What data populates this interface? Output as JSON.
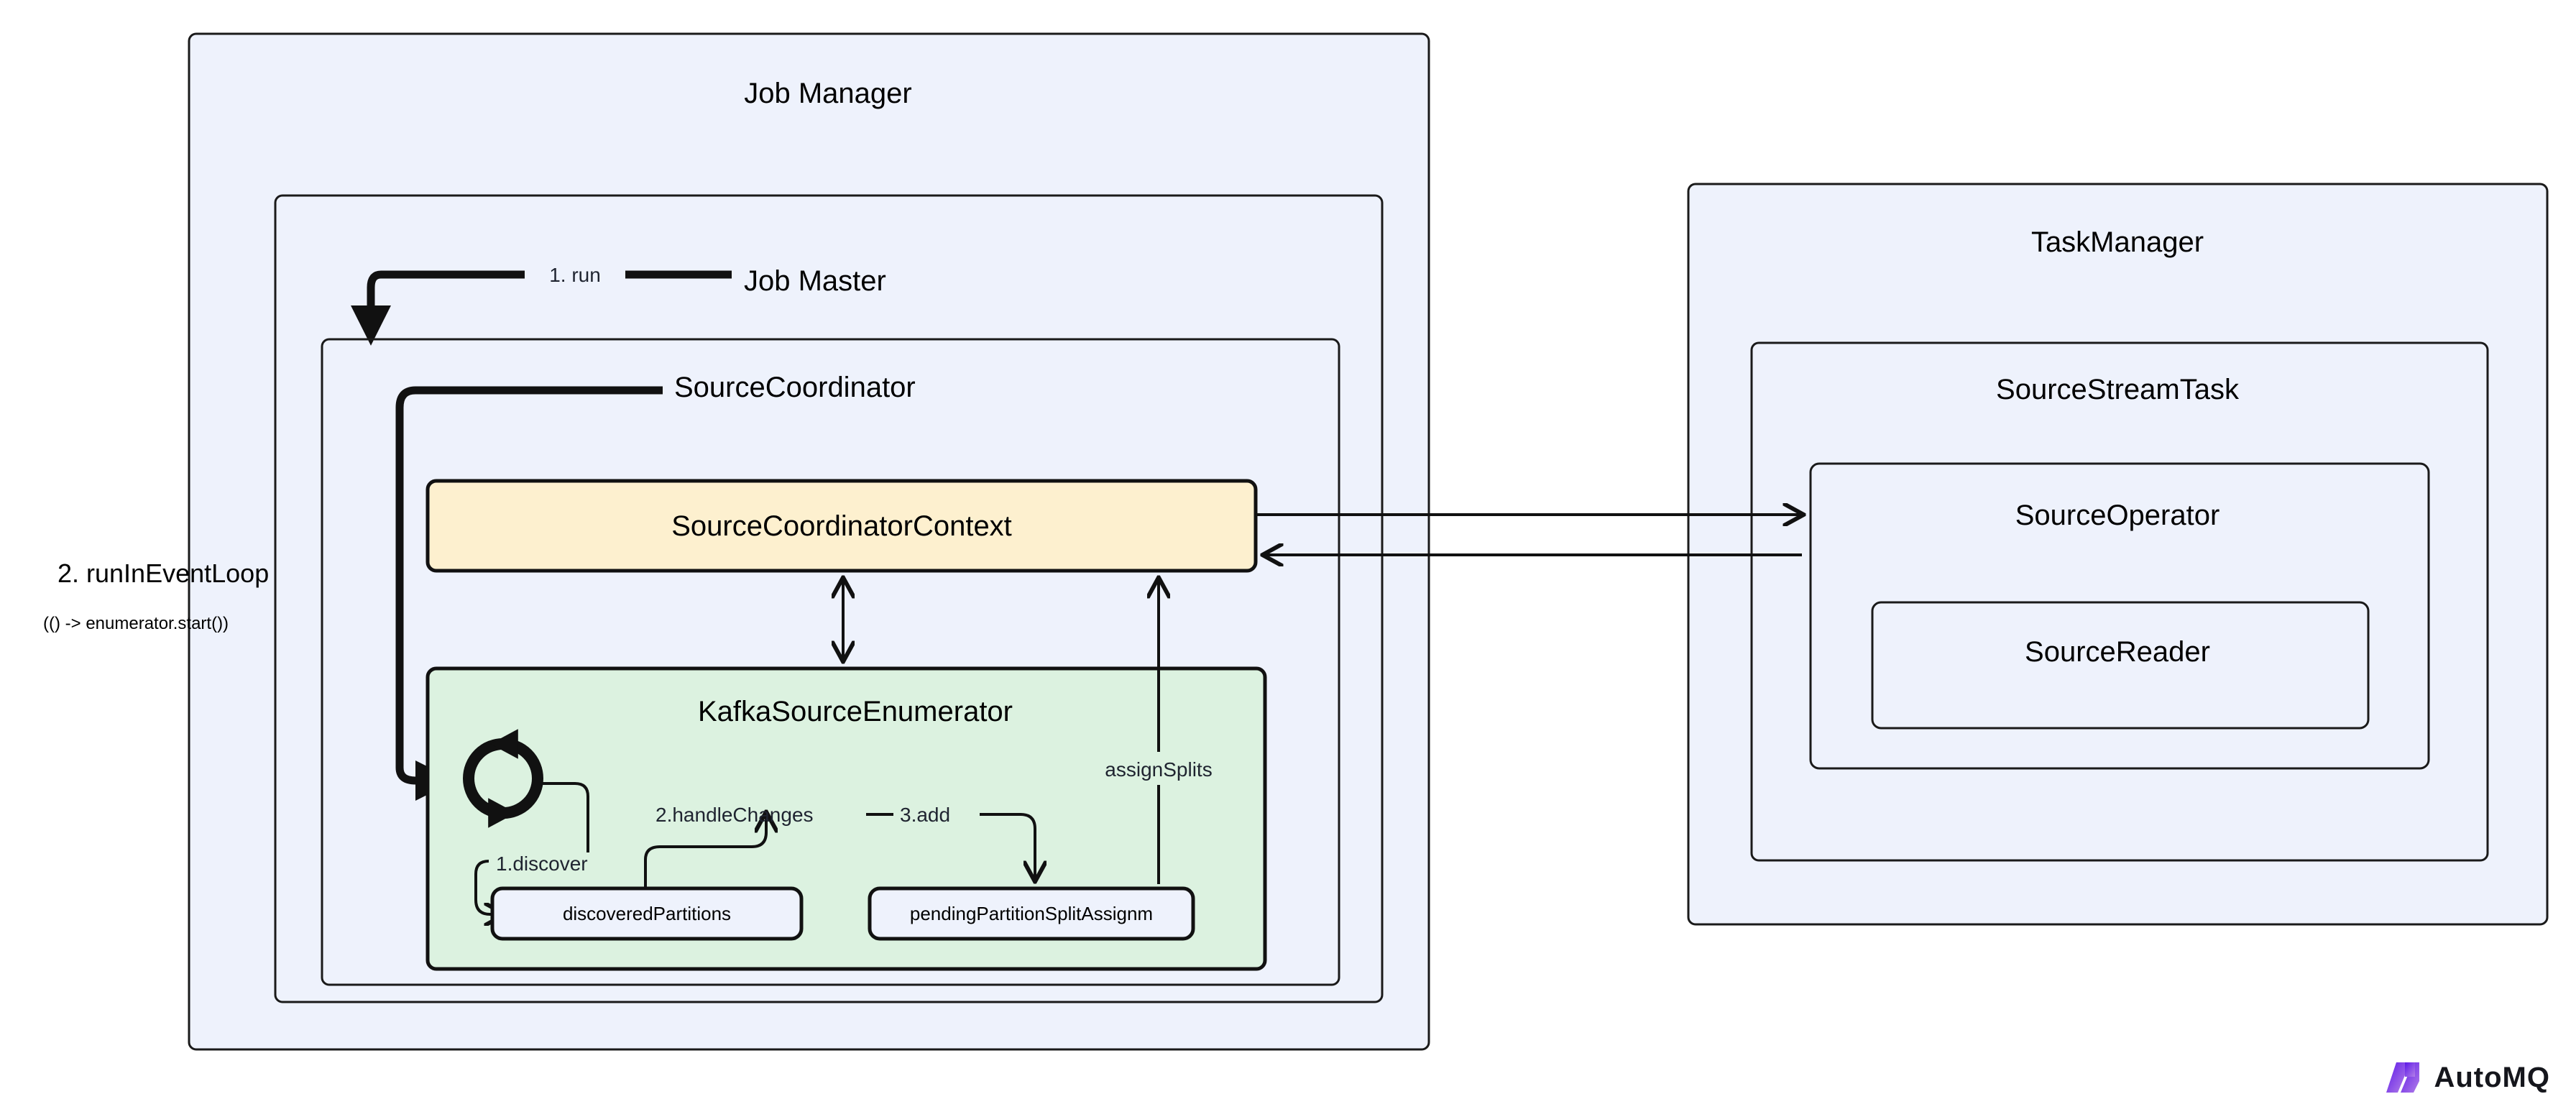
{
  "diagram": {
    "title_visible": false,
    "colors": {
      "container_fill": "#eef2fc",
      "context_fill": "#fdf0cf",
      "enumerator_fill": "#dcf2e0",
      "chip_fill": "#eef2fc",
      "stroke": "#1a1a1a",
      "logo_purple_start": "#5b16e8",
      "logo_purple_end": "#b37fe8"
    },
    "containers": [
      {
        "id": "job-manager",
        "label": "Job Manager"
      },
      {
        "id": "task-manager",
        "label": "TaskManager"
      },
      {
        "id": "job-master",
        "label": "Job Master"
      },
      {
        "id": "source-coordinator",
        "label": "SourceCoordinator"
      },
      {
        "id": "source-stream-task",
        "label": "SourceStreamTask"
      }
    ],
    "nodes": [
      {
        "id": "source-coordinator-context",
        "label": "SourceCoordinatorContext",
        "fill": "#fdf0cf"
      },
      {
        "id": "kafka-source-enumerator",
        "label": "KafkaSourceEnumerator",
        "fill": "#dcf2e0"
      },
      {
        "id": "source-operator",
        "label": "SourceOperator",
        "fill": "#eef2fc"
      },
      {
        "id": "source-reader",
        "label": "SourceReader",
        "fill": "#eef2fc"
      },
      {
        "id": "discovered-partitions",
        "label": "discoveredPartitions",
        "fill": "#eef2fc"
      },
      {
        "id": "pending-partition-split-assignm",
        "label": "pendingPartitionSplitAssignm",
        "fill": "#eef2fc"
      }
    ],
    "edge_labels": {
      "run": "1. run",
      "run_in_event_loop": "2. runInEventLoop",
      "run_in_event_loop_sub": "(() -> enumerator.start())",
      "discover": "1.discover",
      "handle_changes": "2.handleChanges",
      "add": "3.add",
      "assign_splits": "assignSplits"
    },
    "icons": {
      "loop": "loop-icon"
    },
    "logo": {
      "wordmark": "AutoMQ",
      "mark": "automq-m-mark"
    }
  }
}
